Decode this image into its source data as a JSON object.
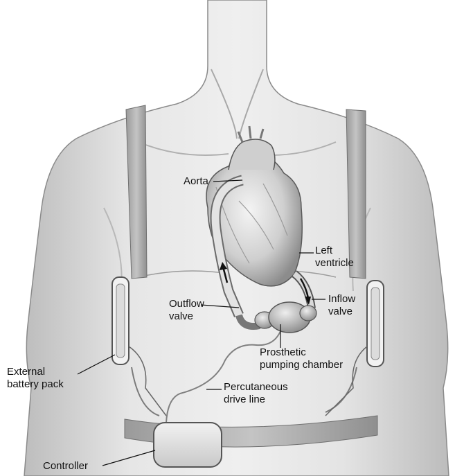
{
  "labels": {
    "aorta": "Aorta",
    "left_ventricle": "Left\nventricle",
    "outflow_valve": "Outflow\nvalve",
    "inflow_valve": "Inflow\nvalve",
    "prosthetic_chamber": "Prosthetic\npumping chamber",
    "battery": "External\nbattery pack",
    "drive_line": "Percutaneous\ndrive line",
    "controller": "Controller"
  }
}
